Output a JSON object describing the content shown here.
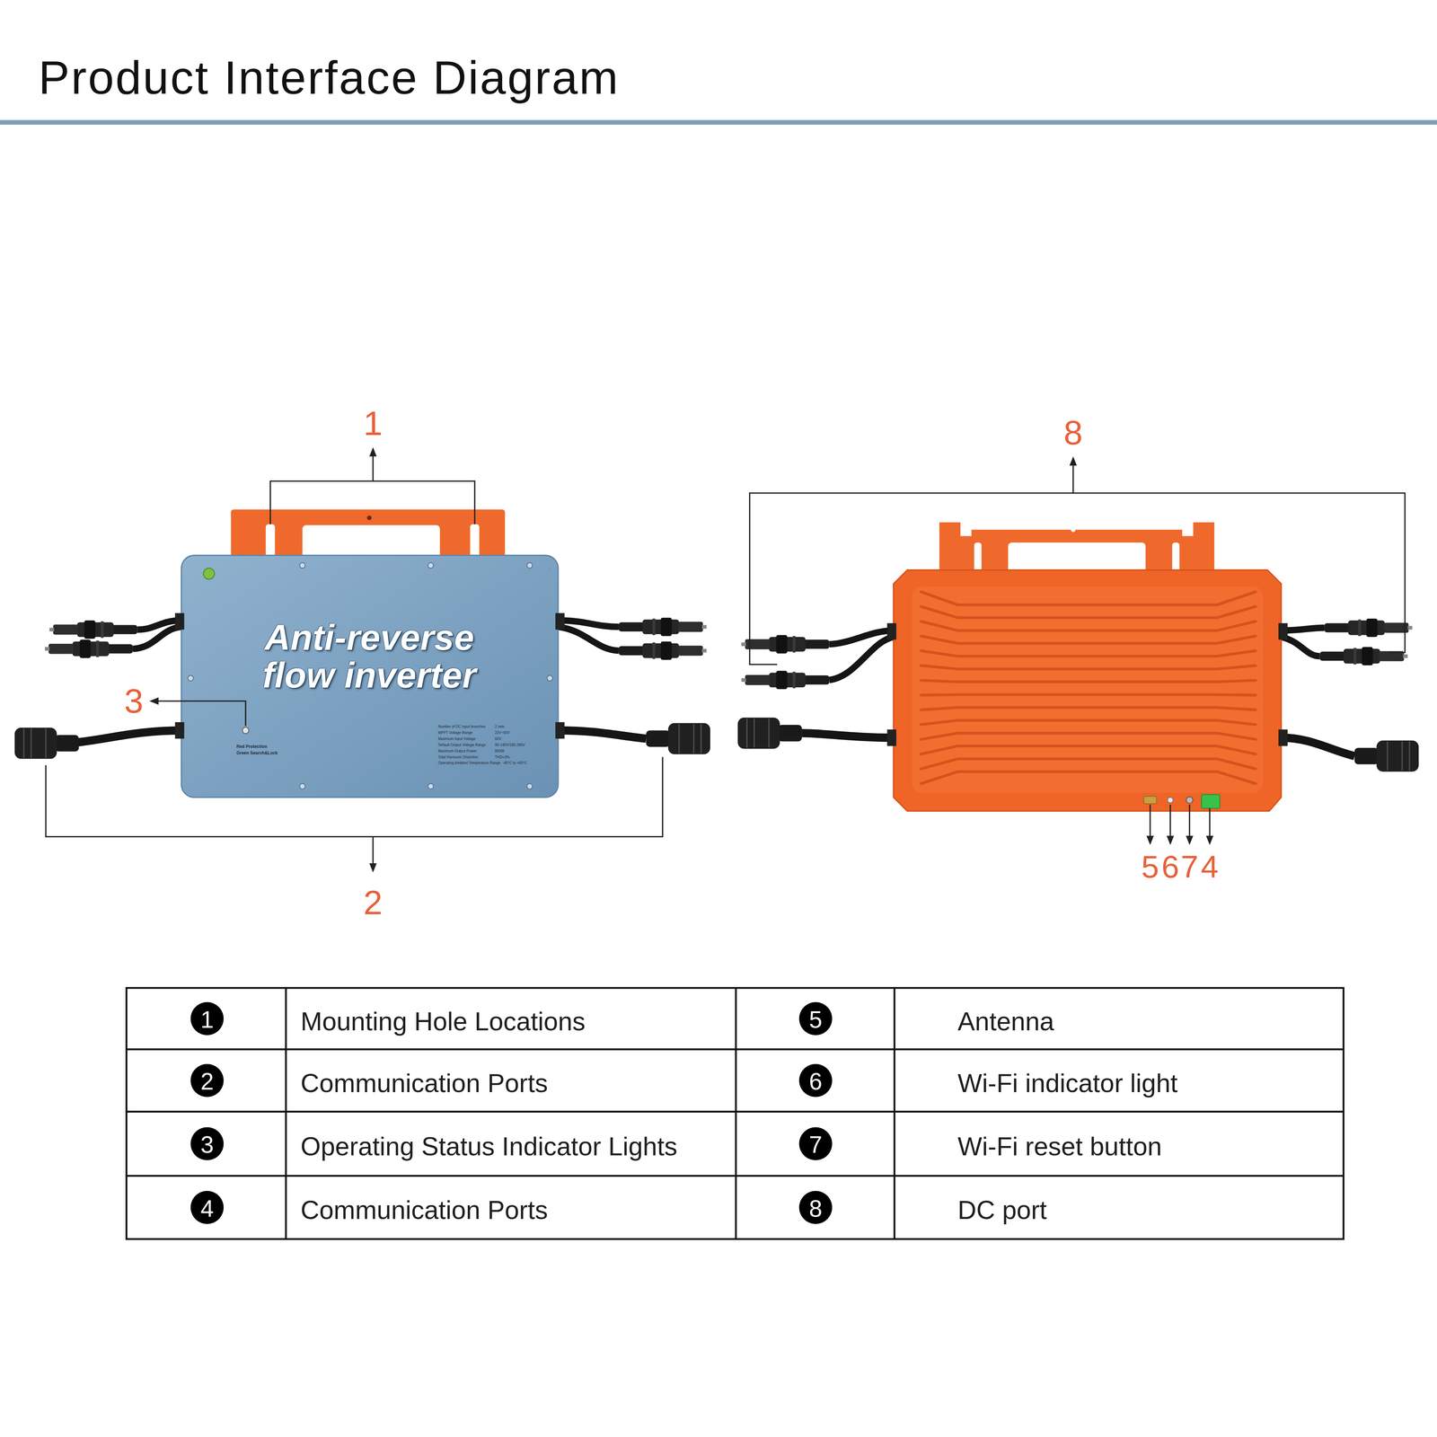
{
  "diagram": {
    "title": "Product Interface Diagram",
    "labels": [
      "1",
      "8",
      "Anti-reverse flow inverter",
      "3",
      "Red Protection",
      "Green Search&Lock",
      "Number of DC input branches",
      "2 sets",
      "MPPT Voltage Range",
      "22V~60V",
      "Maximum Input Voltage",
      "60V",
      "Default Output Voltage Range",
      "90-140V/180-280V",
      "Maximum Output Power",
      "800W",
      "Total Harmonic Distortion",
      "THD<3%",
      "Operating Ambient Temperature Range",
      "-40°C to +65°C",
      "2",
      "5",
      "6",
      "7",
      "4",
      "1",
      "Mounting Hole Locations",
      "5",
      "Antenna",
      "2",
      "Communication Ports",
      "6",
      "Wi-Fi indicator light",
      "3",
      "Operating Status Indicator Lights",
      "7",
      "Wi-Fi reset button",
      "4",
      "Communication Ports",
      "8",
      "DC port"
    ]
  }
}
